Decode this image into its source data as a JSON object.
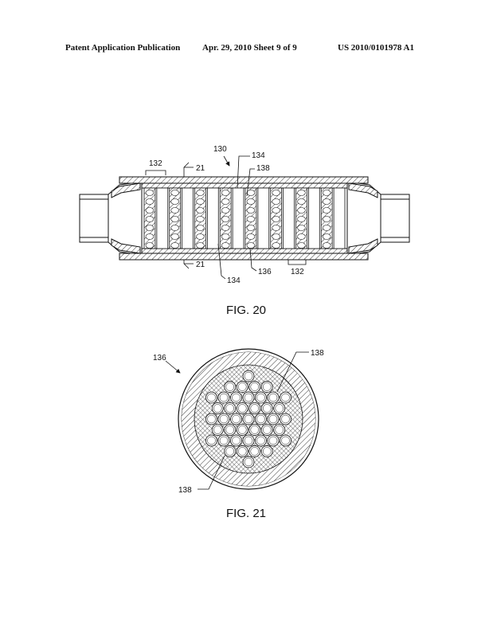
{
  "header": {
    "publication": "Patent Application Publication",
    "date_sheet": "Apr. 29, 2010  Sheet 9 of 9",
    "number": "US 2010/0101978 A1"
  },
  "figures": [
    {
      "caption": "FIG. 20",
      "labels": {
        "assembly": "130",
        "section_line": "21",
        "spacer_top": "132",
        "spacer_bottom": "132",
        "disk_top": "134",
        "disk_bottom": "134",
        "tube_top": "138",
        "housing": "136"
      }
    },
    {
      "caption": "FIG. 21",
      "labels": {
        "housing": "136",
        "tube_top": "138",
        "tube_bottom": "138"
      }
    }
  ]
}
